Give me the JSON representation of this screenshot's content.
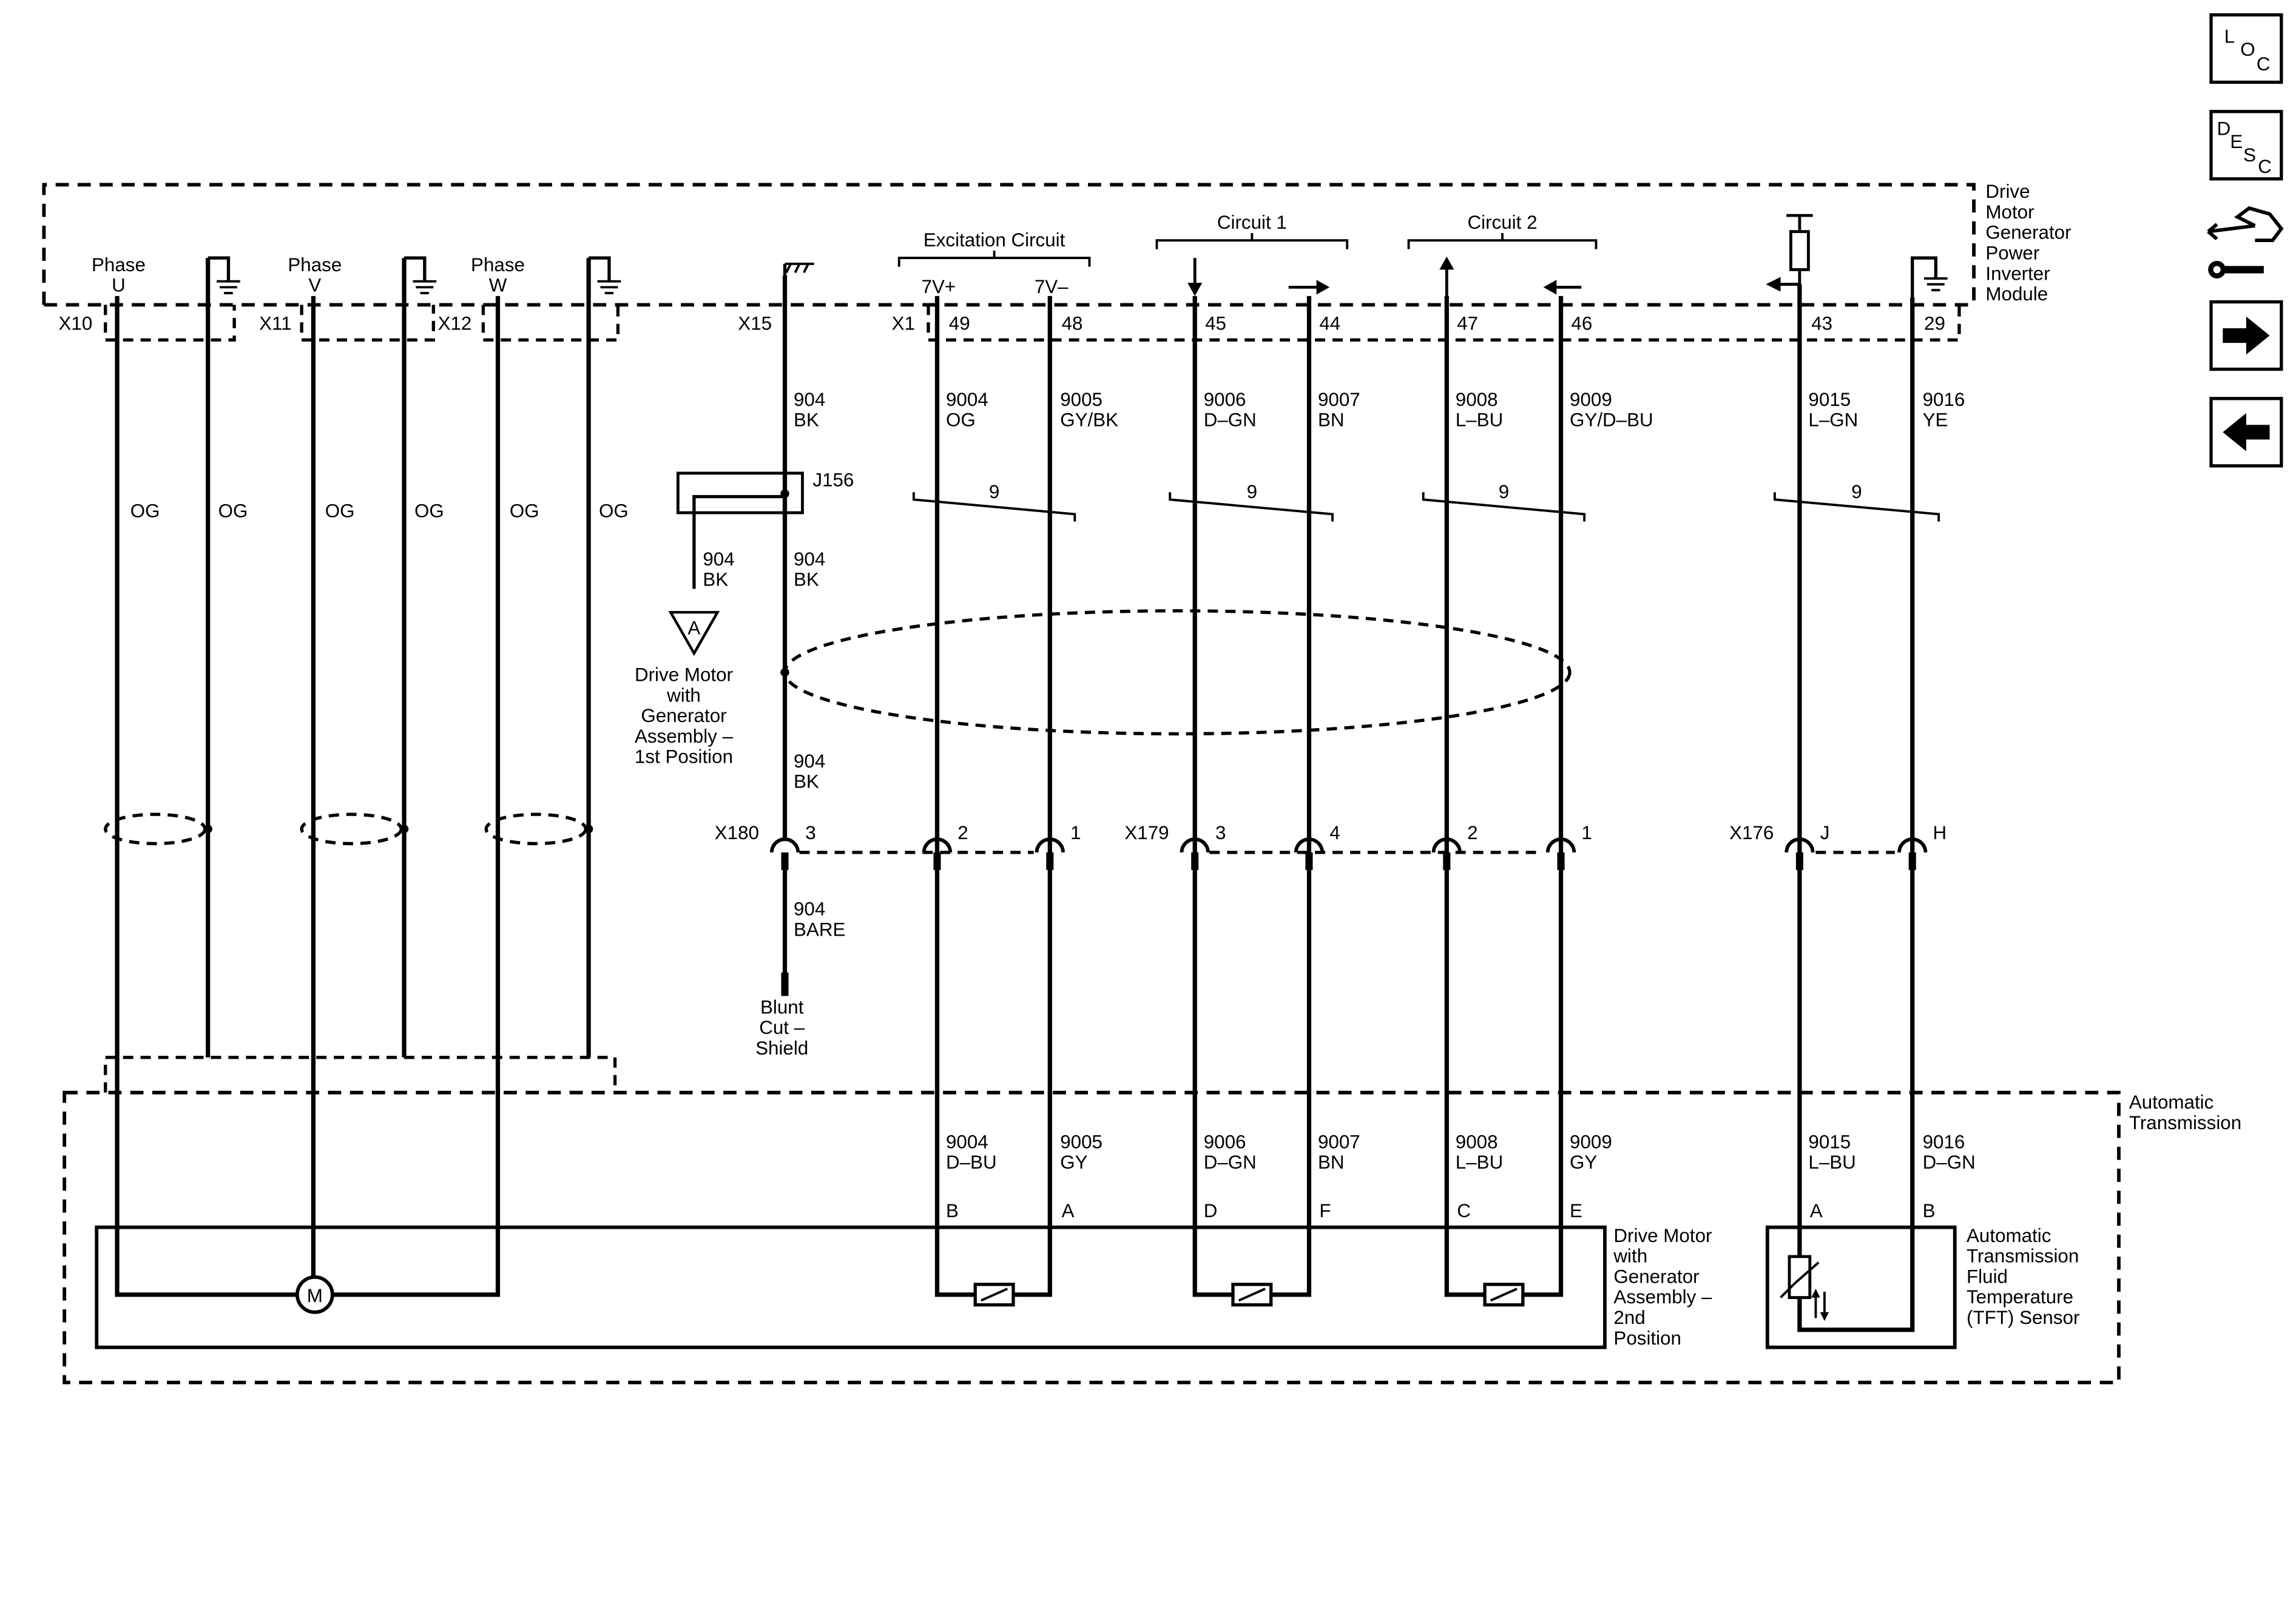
{
  "modules": {
    "inverter": "Drive\nMotor\nGenerator\nPower\nInverter\nModule",
    "transmission": "Automatic\nTransmission",
    "drive_motor_2nd": "Drive Motor\nwith\nGenerator\nAssembly –\n2nd\nPosition",
    "drive_motor_1st": "Drive Motor\nwith\nGenerator\nAssembly –\n1st Position",
    "tft_sensor": "Automatic\nTransmission\nFluid\nTemperature\n(TFT) Sensor",
    "blunt_cut": "Blunt\nCut –\nShield"
  },
  "headers": {
    "excitation": "Excitation Circuit",
    "circuit1": "Circuit 1",
    "circuit2": "Circuit 2",
    "phase_u": "Phase\nU",
    "phase_v": "Phase\nV",
    "phase_w": "Phase\nW",
    "vplus": "7V+",
    "vminus": "7V–"
  },
  "connectors": {
    "x10": "X10",
    "x11": "X11",
    "x12": "X12",
    "x15": "X15",
    "x1": "X1",
    "x180": "X180",
    "x179": "X179",
    "x176": "X176",
    "j156": "J156",
    "ground_ref": "A",
    "motor": "M"
  },
  "pins": {
    "x1_49": "49",
    "x1_48": "48",
    "x1_45": "45",
    "x1_44": "44",
    "x1_47": "47",
    "x1_46": "46",
    "x1_43": "43",
    "x1_29": "29",
    "x180_3": "3",
    "x180_2": "2",
    "x180_1": "1",
    "x179_3": "3",
    "x179_4": "4",
    "x179_2": "2",
    "x179_1": "1",
    "x176_j": "J",
    "x176_h": "H",
    "dm_b": "B",
    "dm_a": "A",
    "dm_d": "D",
    "dm_f": "F",
    "dm_c": "C",
    "dm_e": "E",
    "tft_a": "A",
    "tft_b": "B"
  },
  "phase_wires": [
    "OG",
    "OG",
    "OG",
    "OG",
    "OG",
    "OG"
  ],
  "wires": {
    "w904_top": "904\nBK",
    "w904_branch": "904\nBK",
    "w904_mid": "904\nBK",
    "w904_low": "904\nBK",
    "w904_bare": "904\nBARE",
    "w9004_top": "9004\nOG",
    "w9005_top": "9005\nGY/BK",
    "w9006_top": "9006\nD–GN",
    "w9007_top": "9007\nBN",
    "w9008_top": "9008\nL–BU",
    "w9009_top": "9009\nGY/D–BU",
    "w9015_top": "9015\nL–GN",
    "w9016_top": "9016\nYE",
    "w9004_bot": "9004\nD–BU",
    "w9005_bot": "9005\nGY",
    "w9006_bot": "9006\nD–GN",
    "w9007_bot": "9007\nBN",
    "w9008_bot": "9008\nL–BU",
    "w9009_bot": "9009\nGY",
    "w9015_bot": "9015\nL–BU",
    "w9016_bot": "9016\nD–GN"
  },
  "twist_labels": [
    "9",
    "9",
    "9",
    "9"
  ],
  "nav": {
    "loc": "LOC",
    "desc": "DESC",
    "next": "next-arrow-icon",
    "prev": "prev-arrow-icon",
    "service": "service-tool-icon"
  }
}
